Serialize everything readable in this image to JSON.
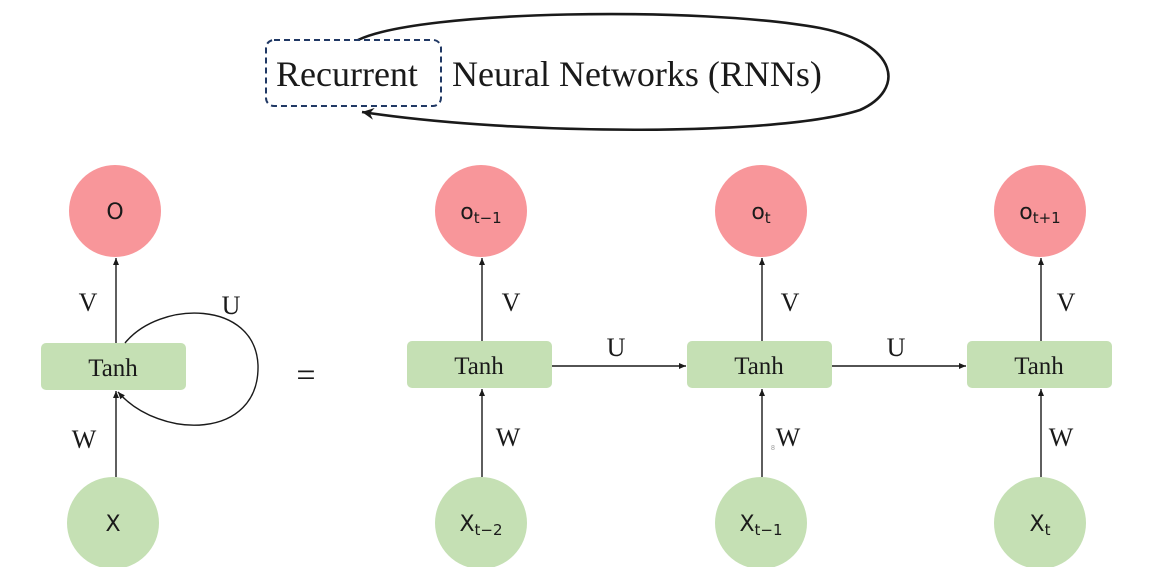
{
  "title": {
    "boxed_word": "Recurrent",
    "rest": "Neural Networks (RNNs)"
  },
  "colors": {
    "output_node": "#f8969a",
    "input_node": "#c5e0b4",
    "tanh_box": "#c5e0b4",
    "dashed_box": "#203864"
  },
  "folded": {
    "output_label": "O",
    "hidden_label": "Tanh",
    "input_label": "X",
    "v_label": "V",
    "u_label": "U",
    "w_label": "W"
  },
  "equals": "=",
  "unrolled": {
    "steps": [
      {
        "output_base": "o",
        "output_sub": "t−1",
        "hidden": "Tanh",
        "input_base": "X",
        "input_sub": "t−2",
        "v": "V",
        "w": "W"
      },
      {
        "output_base": "o",
        "output_sub": "t",
        "hidden": "Tanh",
        "input_base": "X",
        "input_sub": "t−1",
        "v": "V",
        "w": "W"
      },
      {
        "output_base": "o",
        "output_sub": "t+1",
        "hidden": "Tanh",
        "input_base": "X",
        "input_sub": "t",
        "v": "V",
        "w": "W"
      }
    ],
    "transitions": [
      "U",
      "U"
    ]
  },
  "stray_mark": "8"
}
